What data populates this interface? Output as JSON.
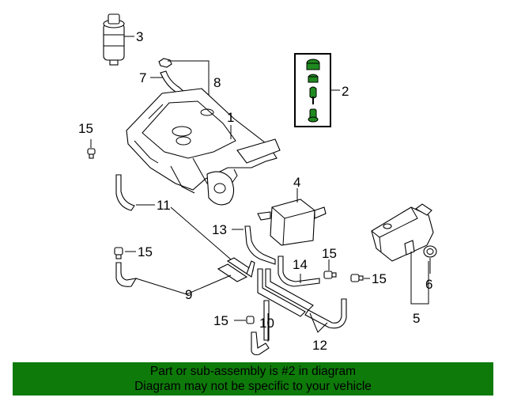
{
  "callouts": {
    "c1": "1",
    "c2": "2",
    "c3": "3",
    "c4": "4",
    "c5": "5",
    "c6": "6",
    "c7": "7",
    "c8": "8",
    "c9": "9",
    "c10": "10",
    "c11": "11",
    "c12": "12",
    "c13": "13",
    "c14": "14",
    "c15a": "15",
    "c15b": "15",
    "c15c": "15",
    "c15d": "15",
    "c15e": "15"
  },
  "banner": {
    "line1": "Part or sub-assembly is #2 in diagram",
    "line2": "Diagram may not be specific to your vehicle"
  },
  "colors": {
    "banner": "#0e7a0a",
    "highlight": "#1f8a1f"
  }
}
